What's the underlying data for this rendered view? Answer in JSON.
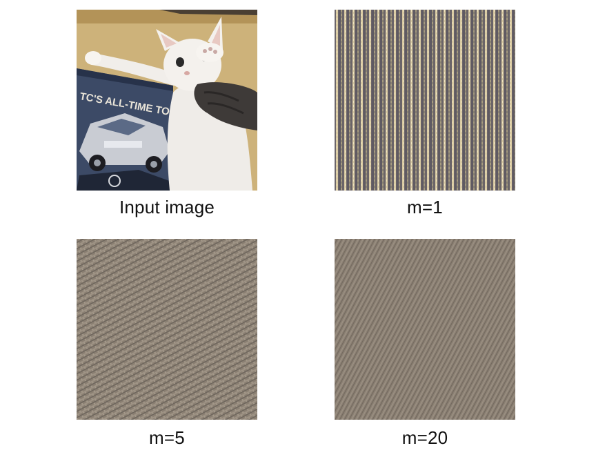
{
  "panels": [
    {
      "caption": "Input image",
      "content": "photo"
    },
    {
      "caption": "m=1",
      "content": "texture",
      "texture": "vertical-stripes"
    },
    {
      "caption": "m=5",
      "content": "texture",
      "texture": "fine-diagonal-weave"
    },
    {
      "caption": "m=20",
      "content": "texture",
      "texture": "fine-diagonal-twill"
    }
  ],
  "poster_text": "TC'S ALL-TIME TOP TEAM",
  "colors": {
    "background": "#ffffff",
    "caption_text": "#111111",
    "texture_base": "#8a7f72",
    "stripe_light": "#d8c9a2",
    "stripe_dark": "#5f5a62",
    "wall": "#cdb27a",
    "poster": "#3c4a66",
    "cat": "#f1eeea"
  }
}
